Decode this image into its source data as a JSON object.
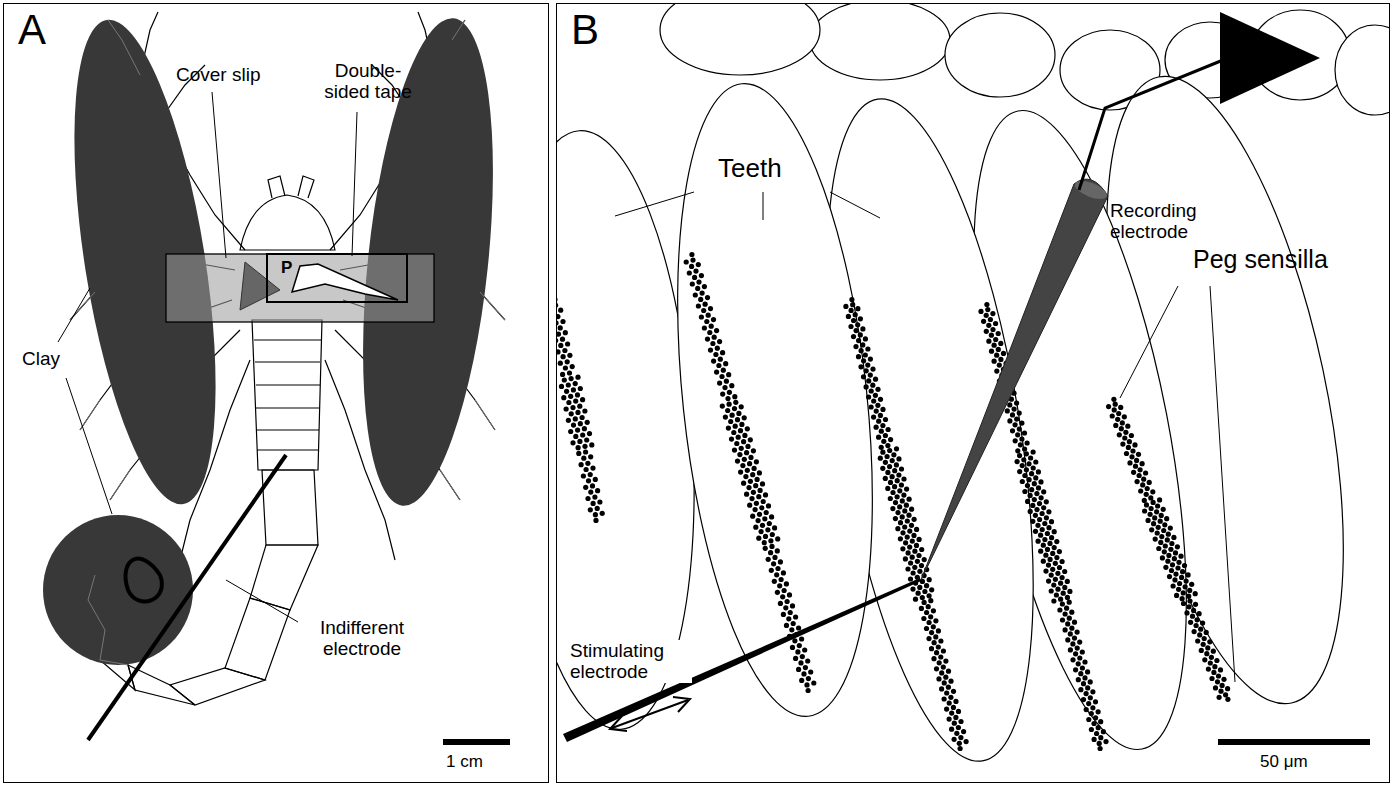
{
  "diagram": {
    "nodes": [
      {
        "text": [
          "A"
        ]
      },
      {
        "text": [
          "B"
        ]
      }
    ],
    "labels": [
      "Cover slip",
      "Double-sided tape",
      "P",
      "Clay",
      "Indifferent electrode",
      "1 cm",
      "Teeth",
      "Recording electrode",
      "Peg sensilla",
      "Stimulating electrode",
      "50 μm"
    ]
  }
}
